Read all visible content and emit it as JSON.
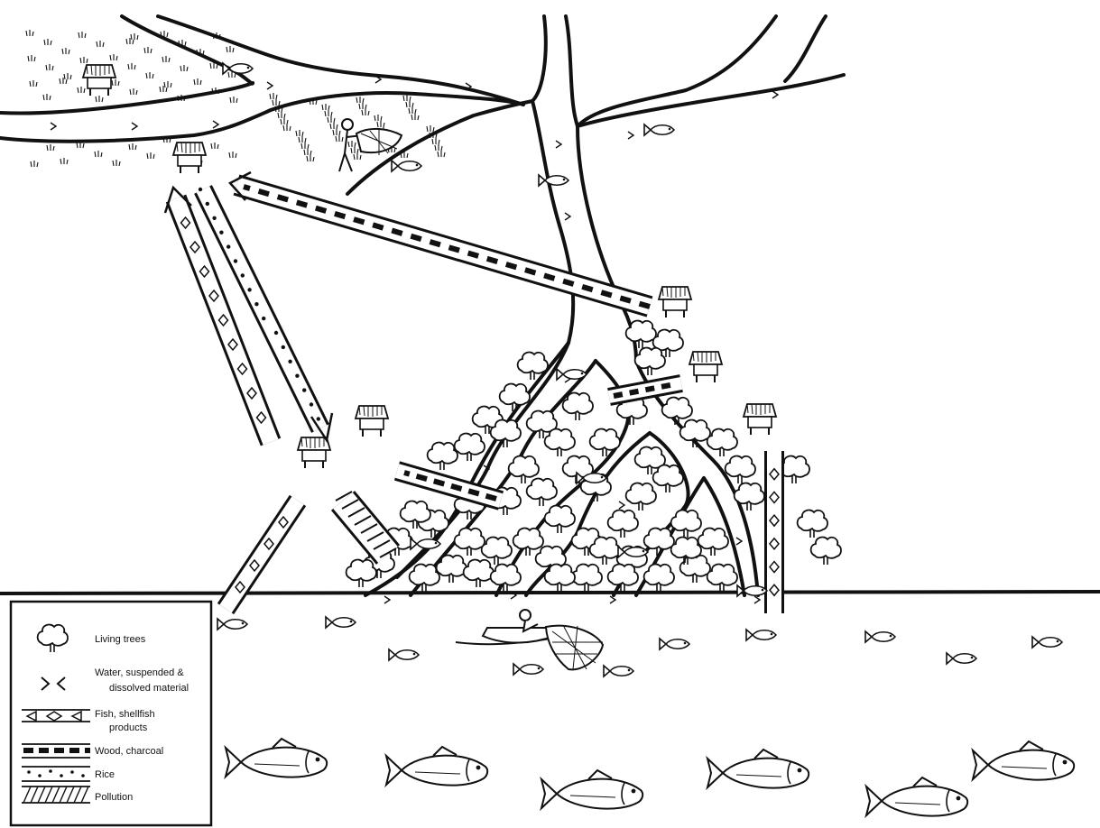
{
  "colors": {
    "ink": "#111111",
    "paper": "#ffffff"
  },
  "legend": {
    "items": [
      {
        "id": "trees",
        "icon": "tree-icon",
        "lines": [
          "Living trees"
        ]
      },
      {
        "id": "water",
        "icon": "water-chevrons-icon",
        "lines": [
          "Water, suspended &",
          "dissolved material"
        ]
      },
      {
        "id": "fish",
        "icon": "fish-band-icon",
        "lines": [
          "Fish, shellfish",
          "products"
        ]
      },
      {
        "id": "wood",
        "icon": "dashed-band-icon",
        "lines": [
          "Wood, charcoal"
        ]
      },
      {
        "id": "rice",
        "icon": "dotted-band-icon",
        "lines": [
          "Rice"
        ]
      },
      {
        "id": "pollution",
        "icon": "hatched-band-icon",
        "lines": [
          "Pollution"
        ]
      }
    ]
  }
}
